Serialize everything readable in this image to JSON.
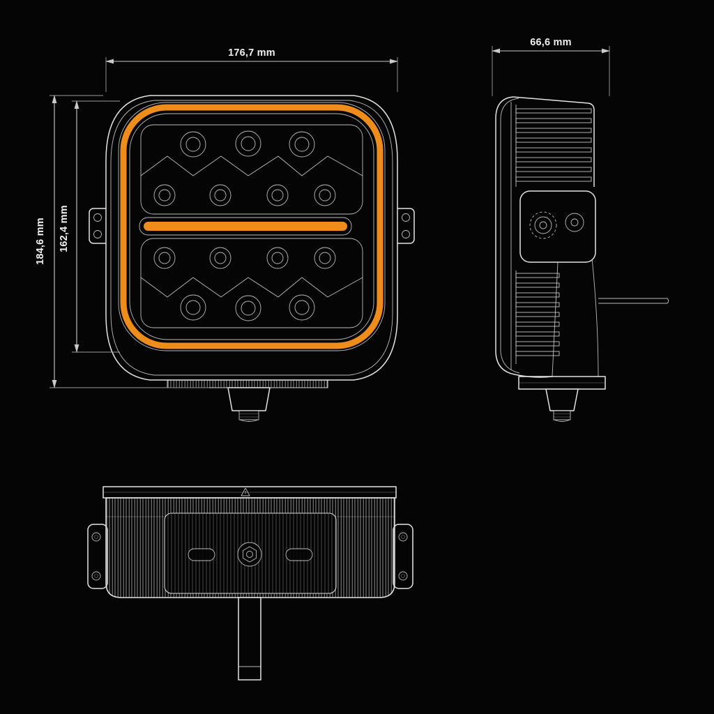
{
  "dimensions": {
    "front_width": "176,7 mm",
    "front_height_outer": "184,6 mm",
    "front_height_inner": "162,4 mm",
    "side_depth": "66,6 mm"
  },
  "colors": {
    "background": "#050505",
    "line": "#e4e4e4",
    "accent": "#ee8c1c"
  }
}
